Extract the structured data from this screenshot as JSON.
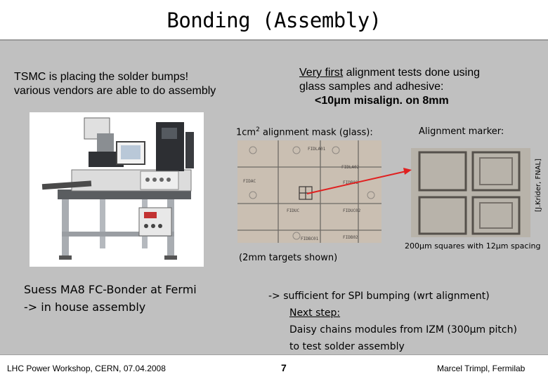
{
  "slide": {
    "title": "Bonding (Assembly)",
    "left_note": {
      "line1": "TSMC is placing the solder bumps!",
      "line2": "various vendors are able to do assembly"
    },
    "right_note": {
      "line1_underlined": "Very first",
      "line1_rest": " alignment tests done using",
      "line2": "glass samples and adhesive:",
      "line3": "<10μm misalign. on 8mm"
    },
    "mask_caption_prefix": "1cm",
    "mask_caption_sup": "2",
    "mask_caption_suffix": " alignment mask (glass):",
    "marker_caption": "Alignment marker:",
    "credit": "[J.Krider, FNAL]",
    "squares_caption": "200μm squares with 12μm spacing",
    "targets_caption": "(2mm targets shown)",
    "bonder_caption": {
      "line1": "Suess MA8 FC-Bonder at Fermi",
      "line2": "-> in house assembly"
    },
    "conclusion": {
      "line1": "-> sufficient for SPI bumping (wrt alignment)",
      "line2": "Next step:",
      "line3": "Daisy chains modules from IZM (300μm pitch)",
      "line4": "to test solder assembly"
    },
    "mask_labels": [
      "FIDLA01",
      "FIDLA02",
      "FIDUC",
      "FIDUC02",
      "FIDB01",
      "FIDB02",
      "FIDAC",
      "FIDBC01"
    ]
  },
  "footer": {
    "left": "LHC Power Workshop, CERN, 07.04.2008",
    "page": "7",
    "right": "Marcel Trimpl, Fermilab"
  },
  "colors": {
    "arrow": "#e02020",
    "slide_background": "#c0c0c0"
  }
}
